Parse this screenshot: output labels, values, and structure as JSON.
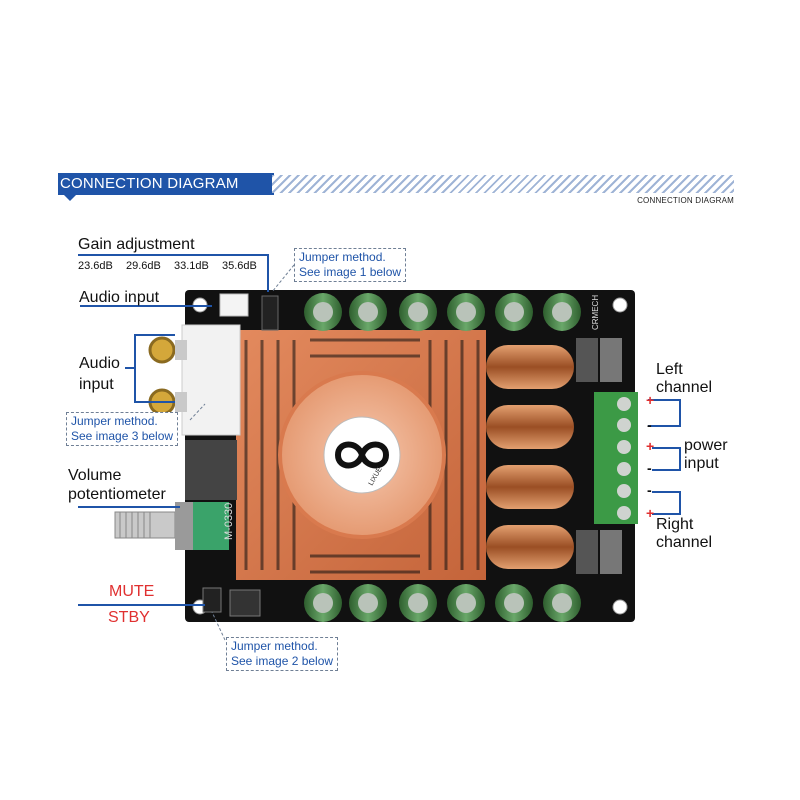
{
  "header": {
    "title": "CONNECTION DIAGRAM",
    "subtitle": "CONNECTION DIAGRAM",
    "accent_color": "#1f54a8"
  },
  "labels": {
    "gain_adjustment": "Gain adjustment",
    "gain_values": [
      "23.6dB",
      "29.6dB",
      "33.1dB",
      "35.6dB"
    ],
    "audio_input_top": "Audio input",
    "audio_input_rca_1": "Audio",
    "audio_input_rca_2": "input",
    "volume_1": "Volume",
    "volume_2": "potentiometer",
    "mute": "MUTE",
    "stby": "STBY",
    "left_1": "Left",
    "left_2": "channel",
    "power_1": "power",
    "power_2": "input",
    "right_1": "Right",
    "right_2": "channel"
  },
  "notes": {
    "jumper1_line1": "Jumper method.",
    "jumper1_line2": "See image 1 below",
    "jumper3_line1": "Jumper method.",
    "jumper3_line2": "See image 3 below",
    "jumper2_line1": "Jumper method.",
    "jumper2_line2": "See image 2 below"
  },
  "polarity": {
    "plus": "+",
    "minus": "-"
  },
  "board_markings": {
    "brand": "CRMECH",
    "fan_logo": "LIXUE",
    "model": "M-0330"
  },
  "colors": {
    "pcb": "#111111",
    "heatsink": "#d8794f",
    "terminal": "#3c9a46",
    "capacitor": "#4d8a4a",
    "coil": "#b8653a",
    "sign_red": "#e03030"
  }
}
